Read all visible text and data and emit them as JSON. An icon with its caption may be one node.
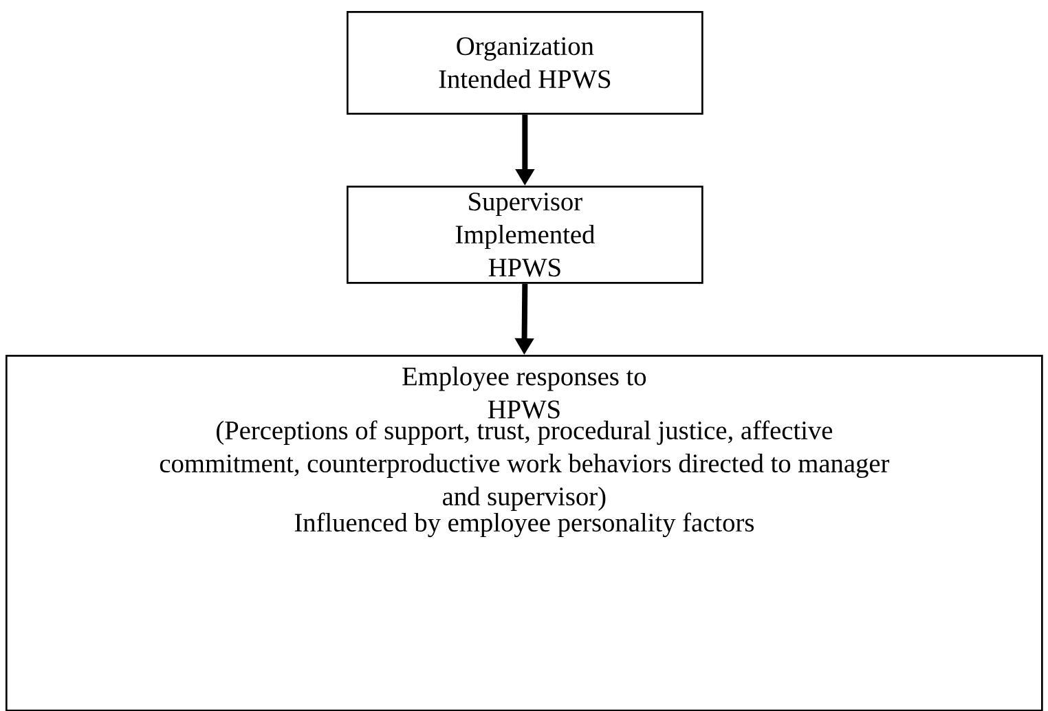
{
  "diagram": {
    "nodes": [
      {
        "text": [
          "Organization Intended HPWS"
        ]
      },
      {
        "text": [
          "Supervisor Implemented HPWS"
        ]
      },
      {
        "text": [
          "Employee responses to HPWS",
          "(Perceptions of support, trust, procedural justice, affective commitment, counterproductive work behaviors directed to manager and supervisor)",
          "Influenced by employee personality factors"
        ]
      }
    ],
    "edges": [
      {
        "from": 0,
        "to": 1,
        "arrow": "to"
      },
      {
        "from": 1,
        "to": 2,
        "arrow": "to"
      }
    ]
  }
}
